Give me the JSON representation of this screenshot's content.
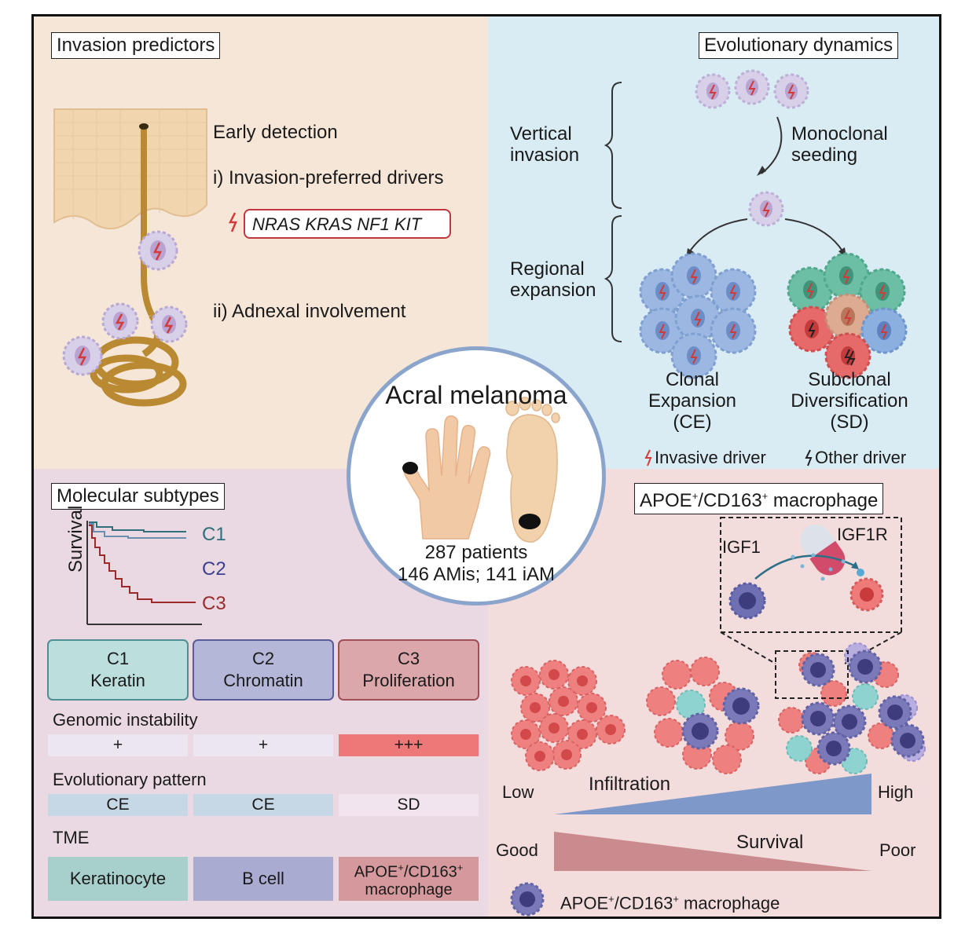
{
  "invasion_predictors": {
    "title": "Invasion predictors",
    "early_detection": "Early detection",
    "item_i": "i)  Invasion-preferred drivers",
    "drivers": "NRAS KRAS NF1 KIT",
    "item_ii": "ii)  Adnexal involvement"
  },
  "evolutionary_dynamics": {
    "title": "Evolutionary dynamics",
    "vertical": "Vertical",
    "invasion": "invasion",
    "monoclonal": "Monoclonal",
    "seeding": "seeding",
    "regional": "Regional",
    "expansion": "expansion",
    "ce_line1": "Clonal",
    "ce_line2": "Expansion",
    "ce_line3": "(CE)",
    "sd_line1": "Subclonal",
    "sd_line2": "Diversification",
    "sd_line3": "(SD)",
    "legend_invasive": "Invasive driver",
    "legend_other": "Other driver"
  },
  "center": {
    "title": "Acral melanoma",
    "patients": "287 patients",
    "cohort": "146 AMis; 141 iAM"
  },
  "molecular_subtypes": {
    "title": "Molecular subtypes",
    "survival_label": "Survival",
    "curve_labels": [
      "C1",
      "C2",
      "C3"
    ],
    "subtypes": [
      {
        "name": "C1",
        "desc": "Keratin"
      },
      {
        "name": "C2",
        "desc": "Chromatin"
      },
      {
        "name": "C3",
        "desc": "Proliferation"
      }
    ],
    "genomic_title": "Genomic instability",
    "genomic": [
      "+",
      "+",
      "+++"
    ],
    "evo_title": "Evolutionary pattern",
    "evo": [
      "CE",
      "CE",
      "SD"
    ],
    "tme_title": "TME",
    "tme": [
      "Keratinocyte",
      "B cell",
      "APOE",
      "macrophage"
    ],
    "tme_sup": [
      "+",
      "+"
    ],
    "tme_mid": "/CD163"
  },
  "macrophage": {
    "title_a": "APOE",
    "title_b": "/CD163",
    "title_c": " macrophage",
    "sup": "+",
    "igf1": "IGF1",
    "igf1r": "IGF1R",
    "low": "Low",
    "infiltration": "Infiltration",
    "high": "High",
    "good": "Good",
    "survival": "Survival",
    "poor": "Poor",
    "legend_a": "APOE",
    "legend_b": "/CD163",
    "legend_c": " macrophage"
  },
  "colors": {
    "tl_bg": "#f5e6d8",
    "tr_bg": "#d9ebf3",
    "bl_bg": "#ead9e3",
    "br_bg": "#f3dcdc",
    "driver_red": "#d33a3a",
    "c1": "#2e6f7a",
    "c2": "#3b3f8f",
    "c3": "#9b2a2a"
  }
}
